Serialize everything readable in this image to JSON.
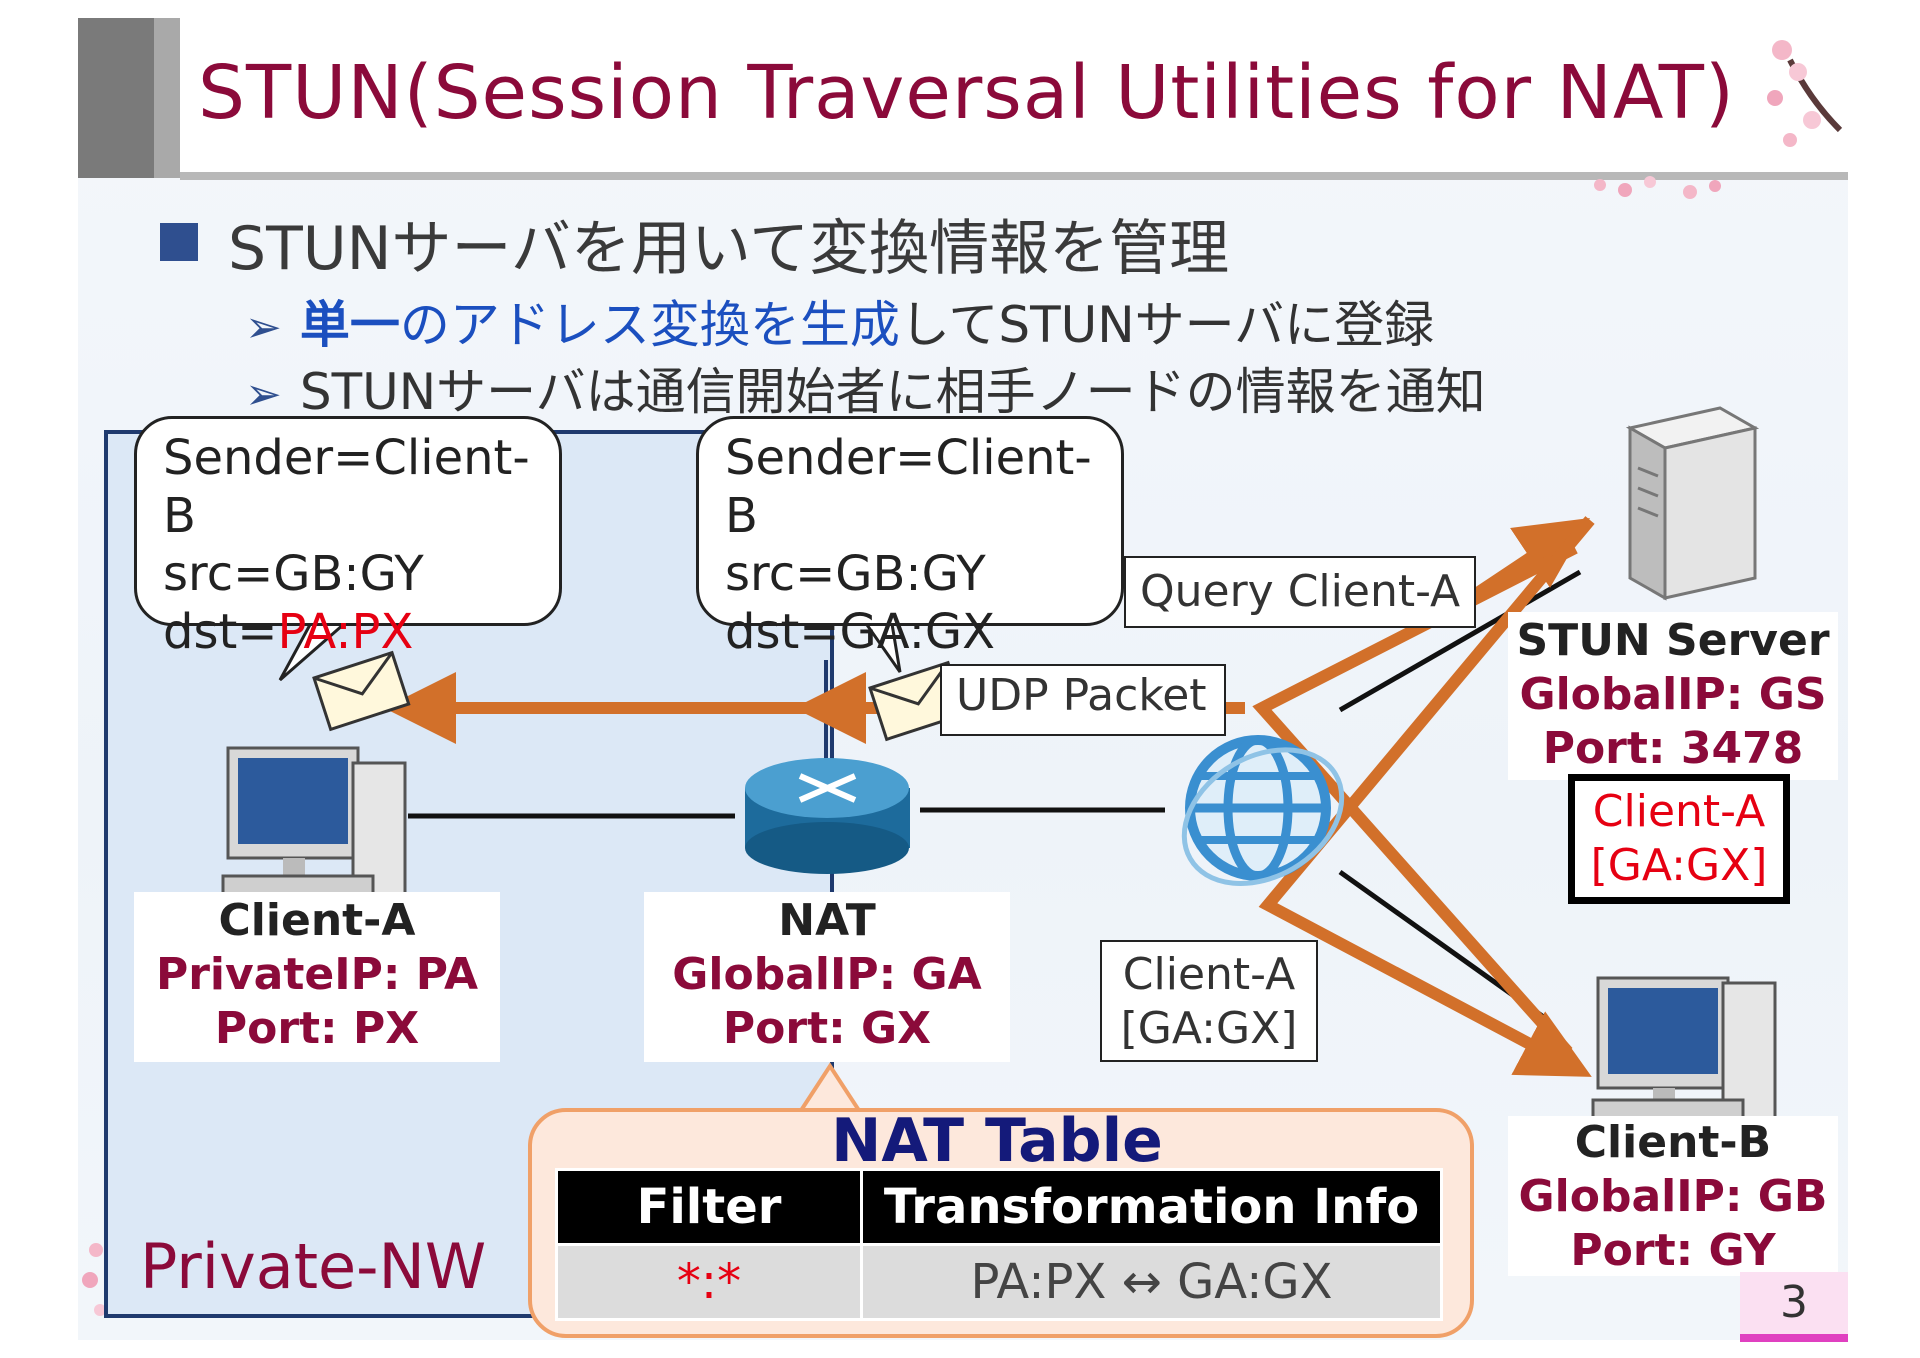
{
  "title": "STUN(Session Traversal Utilities for NAT)",
  "bullets": {
    "main": "STUNサーバを用いて変換情報を管理",
    "sub1_part1": "単一",
    "sub1_part2": "のアドレス変換を生成",
    "sub1_part3": "してSTUNサーバに登録",
    "sub2": "STUNサーバは通信開始者に相手ノードの情報を通知"
  },
  "bubble_left": {
    "line1": "Sender=Client-B",
    "line2": "src=GB:GY",
    "line3_prefix": "dst=",
    "line3_value": "PA:PX"
  },
  "bubble_mid": {
    "line1": "Sender=Client-B",
    "line2": "src=GB:GY",
    "line3": "dst=GA:GX"
  },
  "labels": {
    "query": "Query Client-A",
    "udp": "UDP Packet",
    "mapping_line1": "Client-A",
    "mapping_line2": "[GA:GX]",
    "private_nw": "Private-NW"
  },
  "client_a": {
    "name": "Client-A",
    "ip": "PrivateIP: PA",
    "port": "Port: PX"
  },
  "nat": {
    "name": "NAT",
    "ip": "GlobalIP: GA",
    "port": "Port: GX"
  },
  "stun_server": {
    "name": "STUN Server",
    "ip": "GlobalIP: GS",
    "port": "Port: 3478",
    "registered_line1": "Client-A",
    "registered_line2": "[GA:GX]"
  },
  "client_b": {
    "name": "Client-B",
    "ip": "GlobalIP: GB",
    "port": "Port: GY"
  },
  "nat_table": {
    "title": "NAT Table",
    "headers": [
      "Filter",
      "Transformation Info"
    ],
    "rows": [
      [
        "*:*",
        "PA:PX ↔ GA:GX"
      ]
    ]
  },
  "page_number": "3",
  "colors": {
    "title": "#8b0a3a",
    "arrow": "#d2702a",
    "highlight_blue": "#1b4fbf",
    "red": "#e60012"
  },
  "icons": [
    "envelope-icon",
    "computer-icon",
    "router-icon",
    "globe-icon",
    "server-icon",
    "cherry-blossom-icon"
  ]
}
